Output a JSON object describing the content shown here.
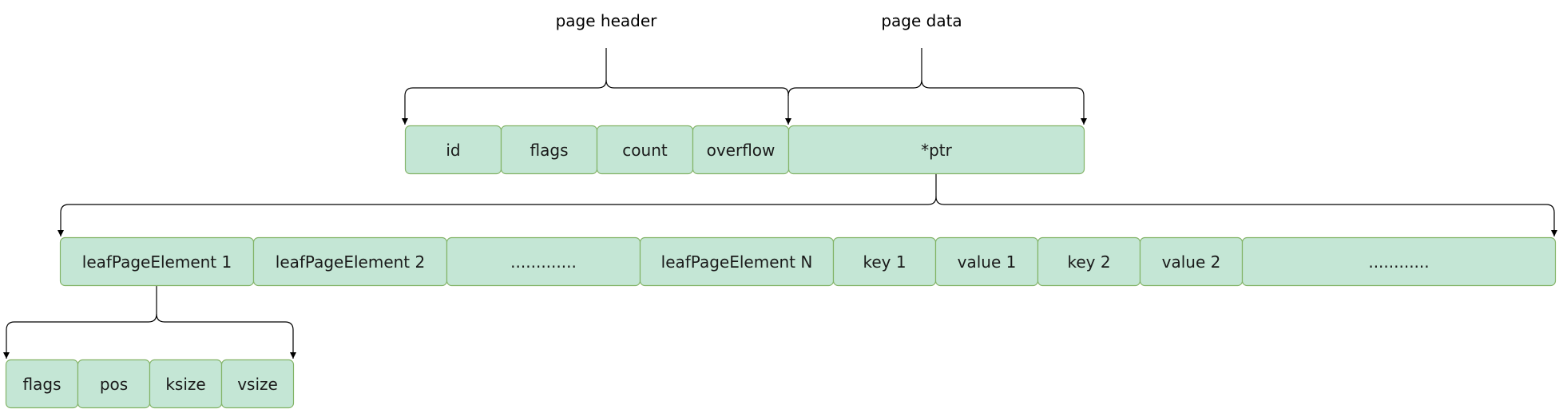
{
  "labels": {
    "page_header": "page header",
    "page_data": "page data"
  },
  "page_row": [
    "id",
    "flags",
    "count",
    "overflow",
    "*ptr"
  ],
  "element_row": [
    "leafPageElement 1",
    "leafPageElement 2",
    ".............",
    "leafPageElement N",
    "key 1",
    "value 1",
    "key 2",
    "value 2",
    "............"
  ],
  "leaf_row": [
    "flags",
    "pos",
    "ksize",
    "vsize"
  ],
  "colors": {
    "fill": "#c4e6d5",
    "stroke": "#82b366",
    "line": "#000000"
  }
}
